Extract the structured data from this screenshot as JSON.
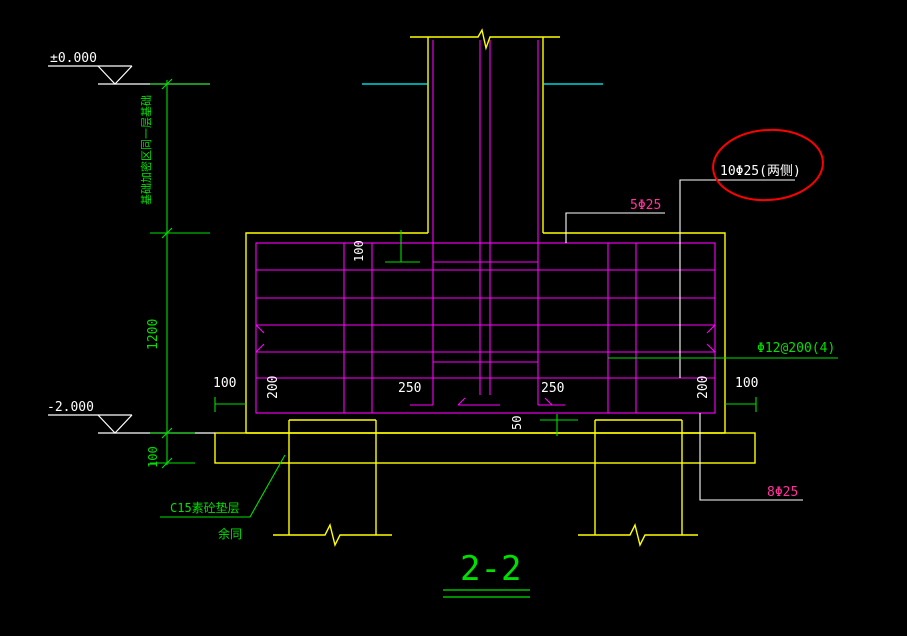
{
  "colors": {
    "background": "#000000",
    "concrete_outline": "#ffff00",
    "rebar": "#ff00ff",
    "dimension": "#00e000",
    "level_line": "#00ffff",
    "annotation_white": "#ffffff",
    "annotation_magenta": "#ff3399",
    "highlight_circle": "#ff0000"
  },
  "levels": {
    "ground": "±0.000",
    "bottom": "-2.000"
  },
  "dims": {
    "vertical_note": "基础加密区同一层基础",
    "height_1200": "1200",
    "height_100": "100",
    "top_cover": "100",
    "left_offset": "100",
    "right_offset": "100",
    "left_col": "200",
    "right_col": "200",
    "mid_left": "250",
    "mid_right": "250",
    "bottom_cover": "50"
  },
  "rebar_labels": {
    "side_bars": "10Φ25(两侧)",
    "top_bars": "5Φ25",
    "stirrups": "Φ12@200(4)",
    "bottom_bars": "8Φ25"
  },
  "notes": {
    "cushion_layer": "C15素砼垫层",
    "same_as": "余同"
  },
  "section_title": "2-2"
}
